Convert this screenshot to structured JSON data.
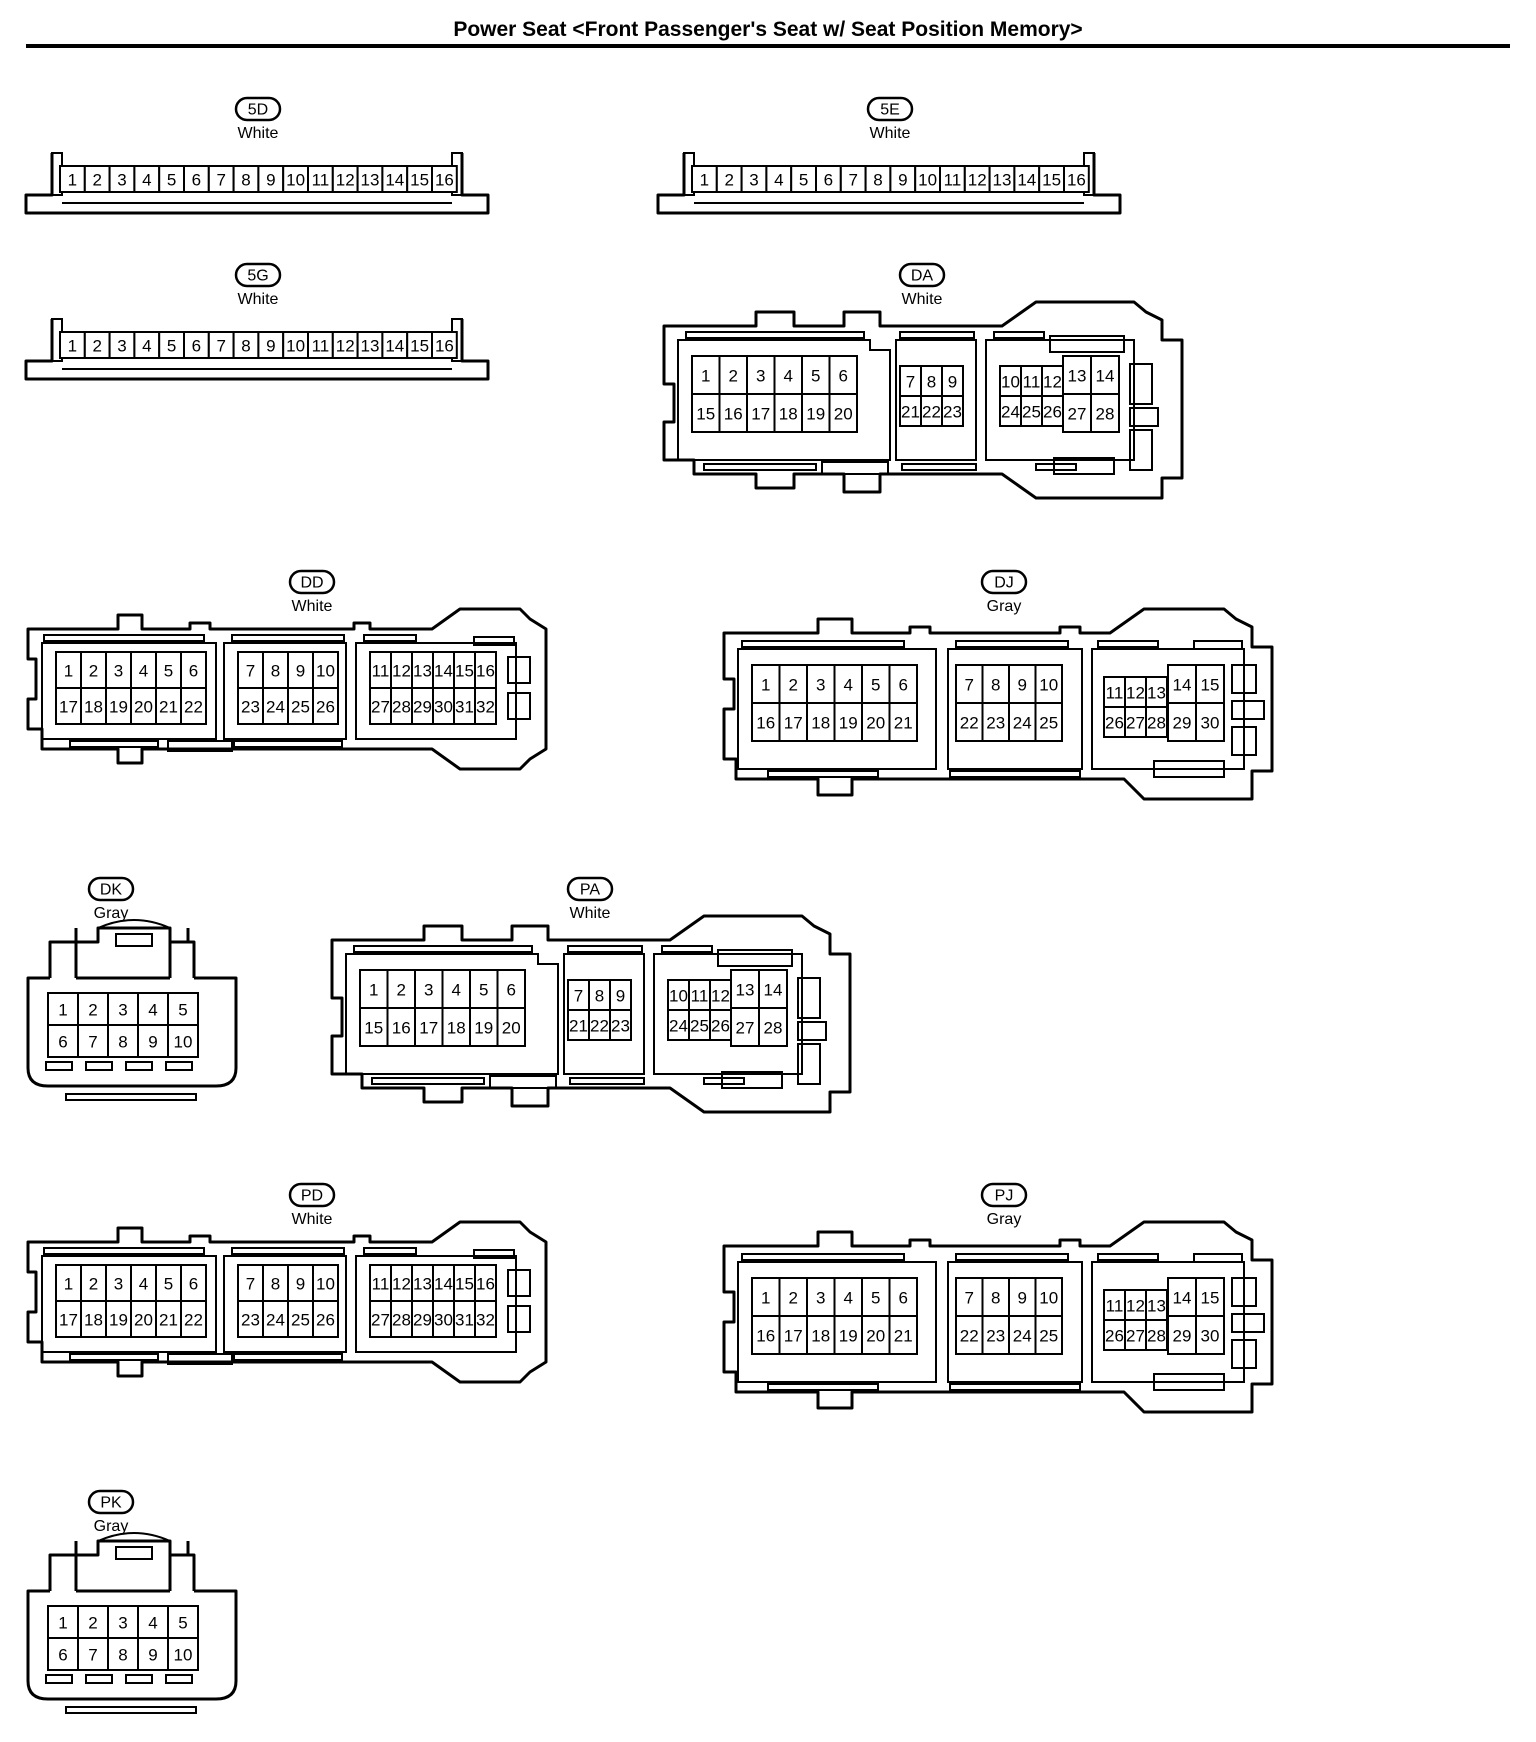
{
  "title": "Power Seat <Front Passenger's Seat w/ Seat Position Memory>",
  "connectors": [
    {
      "id": "5D",
      "code": "5D",
      "color": "White",
      "type": "strip16"
    },
    {
      "id": "5E",
      "code": "5E",
      "color": "White",
      "type": "strip16"
    },
    {
      "id": "5G",
      "code": "5G",
      "color": "White",
      "type": "strip16"
    },
    {
      "id": "DA",
      "code": "DA",
      "color": "White",
      "type": "c28"
    },
    {
      "id": "DD",
      "code": "DD",
      "color": "White",
      "type": "c32"
    },
    {
      "id": "DJ",
      "code": "DJ",
      "color": "Gray",
      "type": "c30"
    },
    {
      "id": "DK",
      "code": "DK",
      "color": "Gray",
      "type": "c10"
    },
    {
      "id": "PA",
      "code": "PA",
      "color": "White",
      "type": "c28"
    },
    {
      "id": "PD",
      "code": "PD",
      "color": "White",
      "type": "c32"
    },
    {
      "id": "PJ",
      "code": "PJ",
      "color": "Gray",
      "type": "c30"
    },
    {
      "id": "PK",
      "code": "PK",
      "color": "Gray",
      "type": "c10"
    }
  ]
}
